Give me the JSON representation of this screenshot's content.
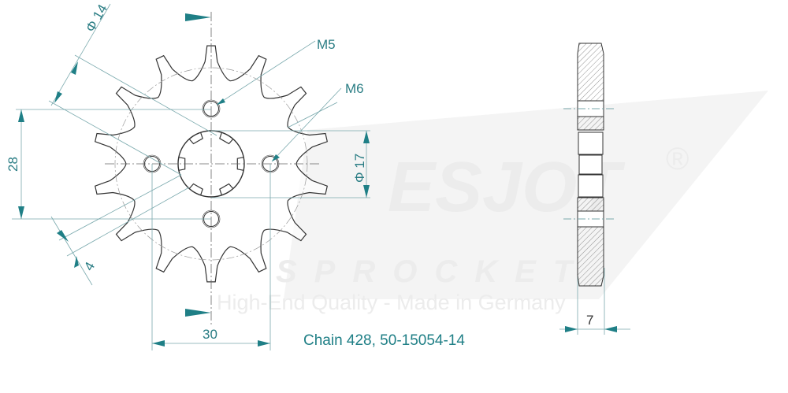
{
  "watermark": {
    "brand": "ESJOT",
    "registered": "®",
    "subtitle": "SPROCKET",
    "tagline": "High-End Quality - Made in Germany"
  },
  "dimensions": {
    "bore_dia": "Φ 14",
    "thread_a": "M5",
    "thread_b": "M6",
    "height": "28",
    "spline_dia": "Φ 17",
    "offset": "4",
    "width": "30",
    "thickness": "7"
  },
  "caption": "Chain 428, 50-15054-14",
  "sprocket": {
    "teeth": 14
  },
  "colors": {
    "dimension": "#2a7d84",
    "outline": "#333333",
    "watermark": "#ececec"
  }
}
